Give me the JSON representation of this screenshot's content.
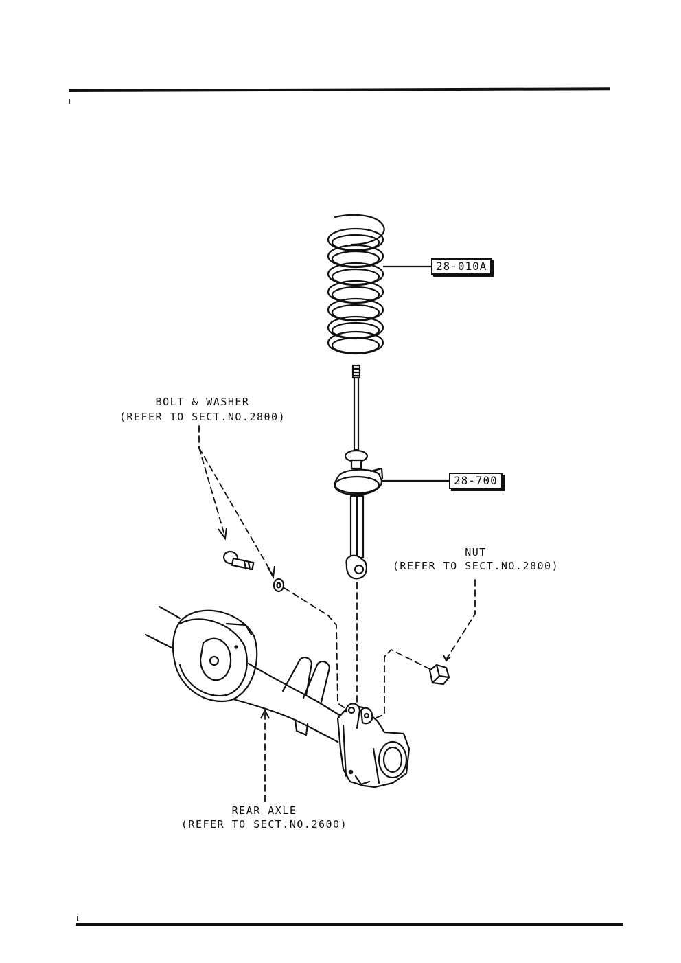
{
  "callouts": {
    "spring": {
      "part_number": "28-010A"
    },
    "shock_absorber": {
      "part_number": "28-700"
    }
  },
  "labels": {
    "bolt_washer": {
      "name": "BOLT & WASHER",
      "ref": "(REFER TO SECT.NO.2800)"
    },
    "nut": {
      "name": "NUT",
      "ref": "(REFER TO SECT.NO.2800)"
    },
    "rear_axle": {
      "name": "REAR AXLE",
      "ref": "(REFER TO SECT.NO.2600)"
    }
  }
}
